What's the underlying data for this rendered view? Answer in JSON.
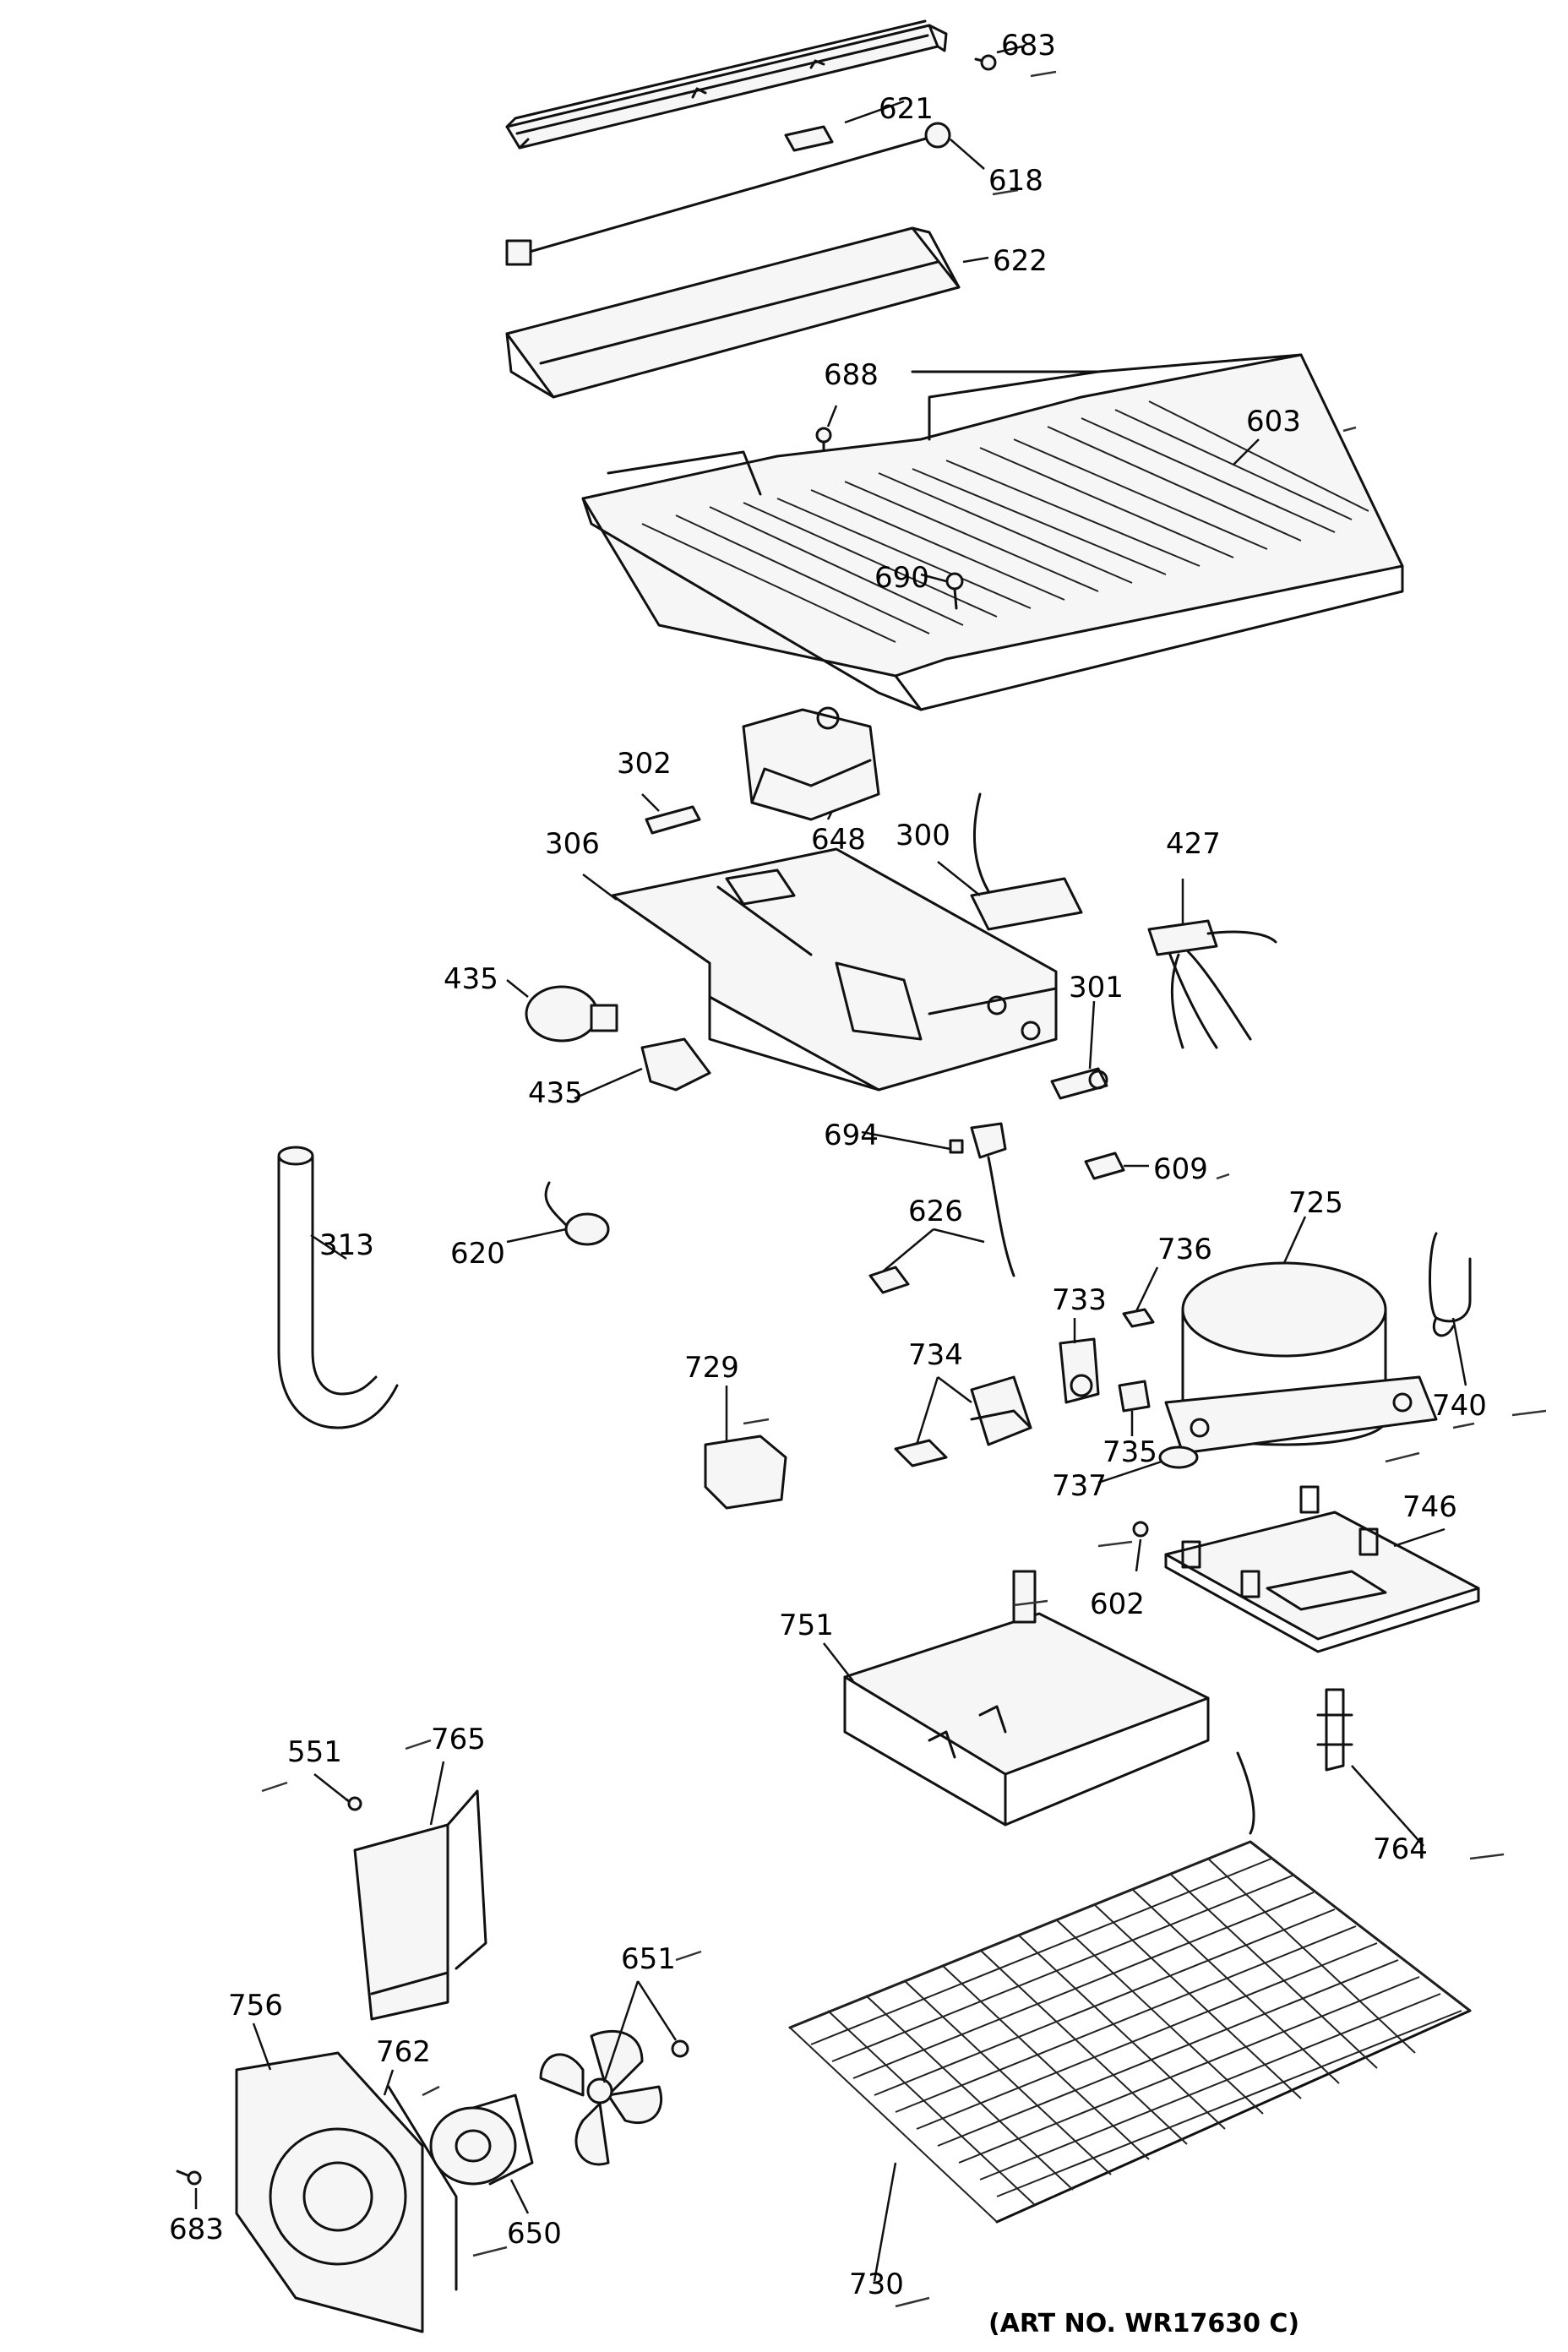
{
  "diagram": {
    "art_number": "(ART NO. WR17630 C)",
    "labels": [
      "683",
      "621",
      "618",
      "622",
      "688",
      "603",
      "690",
      "302",
      "648",
      "300",
      "306",
      "427",
      "435",
      "435",
      "301",
      "694",
      "609",
      "313",
      "620",
      "626",
      "736",
      "725",
      "733",
      "740",
      "729",
      "734",
      "735",
      "737",
      "746",
      "602",
      "751",
      "551",
      "765",
      "764",
      "651",
      "756",
      "762",
      "730",
      "683",
      "650"
    ]
  }
}
